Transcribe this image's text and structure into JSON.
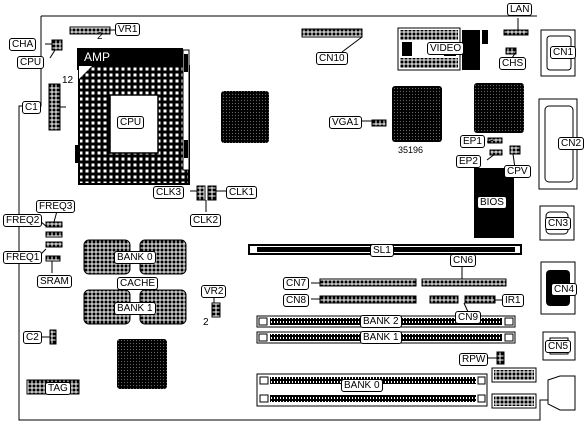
{
  "labels": {
    "vr1": "VR1",
    "vr1_pin": "2",
    "cha": "CHA",
    "cpu_jumper": "CPU",
    "amp": "AMP",
    "socket_pin": "12",
    "cpu": "CPU",
    "c1": "C1",
    "cn10": "CN10",
    "video": "VIDEO",
    "lan": "LAN",
    "chs": "CHS",
    "cn1": "CN1",
    "vga1": "VGA1",
    "chip_number": "35196",
    "ep1": "EP1",
    "ep2": "EP2",
    "cpv": "CPV",
    "cn2": "CN2",
    "bios": "BIOS",
    "cn3": "CN3",
    "clk3": "CLK3",
    "clk1": "CLK1",
    "clk2": "CLK2",
    "freq3": "FREQ3",
    "freq2": "FREQ2",
    "freq1": "FREQ1",
    "sram": "SRAM",
    "cache_bank0": "BANK 0",
    "cache": "CACHE",
    "cache_bank1": "BANK 1",
    "vr2": "VR2",
    "vr2_pin": "2",
    "sl1": "SL1",
    "cn6": "CN6",
    "cn7": "CN7",
    "cn8": "CN8",
    "ir1": "IR1",
    "cn9": "CN9",
    "cn4": "CN4",
    "bank2": "BANK 2",
    "bank1": "BANK 1",
    "cn5": "CN5",
    "rpw": "RPW",
    "bank0": "BANK 0",
    "c2": "C2",
    "tag": "TAG"
  },
  "colors": {
    "ink": "#000000",
    "paper": "#ffffff",
    "grey": "#9a9a9a",
    "lightgrey": "#d8d8d8"
  }
}
